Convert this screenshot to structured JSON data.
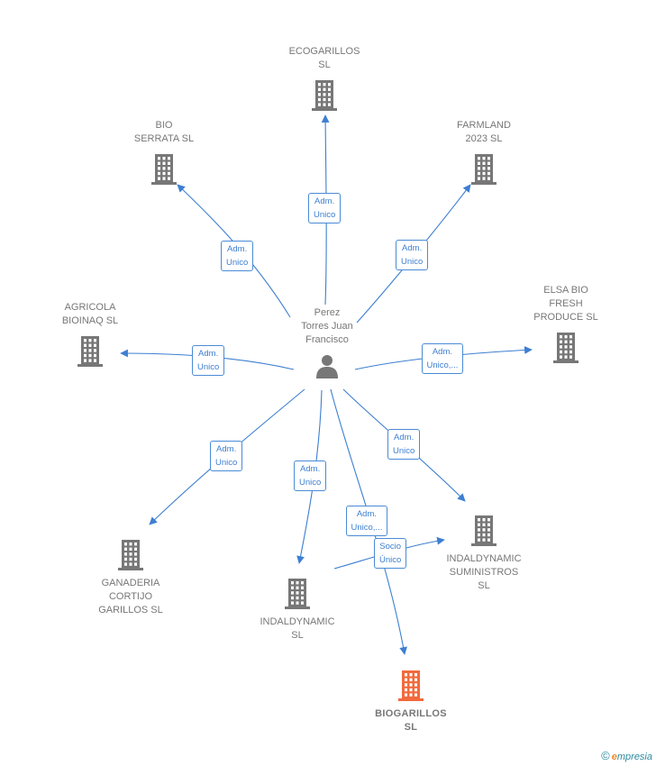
{
  "center": {
    "name": "Perez\nTorres Juan\nFrancisco",
    "icon": "person-icon"
  },
  "nodes": [
    {
      "id": "ecogarillos",
      "label": "ECOGARILLOS\nSL",
      "icon": "building-icon"
    },
    {
      "id": "bio-serrata",
      "label": "BIO\nSERRATA  SL",
      "icon": "building-icon"
    },
    {
      "id": "farmland",
      "label": "FARMLAND\n2023  SL",
      "icon": "building-icon"
    },
    {
      "id": "agricola",
      "label": "AGRICOLA\nBIOINAQ  SL",
      "icon": "building-icon"
    },
    {
      "id": "elsa-bio",
      "label": "ELSA BIO\nFRESH\nPRODUCE  SL",
      "icon": "building-icon"
    },
    {
      "id": "ganaderia",
      "label": "GANADERIA\nCORTIJO\nGARILLOS  SL",
      "icon": "building-icon"
    },
    {
      "id": "indaldynamic",
      "label": "INDALDYNAMIC\nSL",
      "icon": "building-icon"
    },
    {
      "id": "indaldynamic-sum",
      "label": "INDALDYNAMIC\nSUMINISTROS\nSL",
      "icon": "building-icon"
    },
    {
      "id": "biogarillos",
      "label": "BIOGARILLOS\nSL",
      "icon": "building-icon",
      "focus": true
    }
  ],
  "edges": [
    {
      "to": "ecogarillos",
      "label": "Adm.\nUnico"
    },
    {
      "to": "bio-serrata",
      "label": "Adm.\nUnico"
    },
    {
      "to": "farmland",
      "label": "Adm.\nUnico"
    },
    {
      "to": "agricola",
      "label": "Adm.\nUnico"
    },
    {
      "to": "elsa-bio",
      "label": "Adm.\nUnico,..."
    },
    {
      "to": "ganaderia",
      "label": "Adm.\nUnico"
    },
    {
      "to": "indaldynamic",
      "label": "Adm.\nUnico"
    },
    {
      "to": "indaldynamic-sum",
      "label": "Adm.\nUnico"
    },
    {
      "to": "biogarillos",
      "label": "Adm.\nUnico,..."
    },
    {
      "from": "indaldynamic",
      "to": "indaldynamic-sum",
      "label": "Socio\nÚnico"
    }
  ],
  "colors": {
    "node": "#777777",
    "focus": "#f26a3d",
    "edge": "#3d7fd1"
  },
  "brand": {
    "copyright": "©",
    "initial": "e",
    "rest": "mpresia"
  }
}
